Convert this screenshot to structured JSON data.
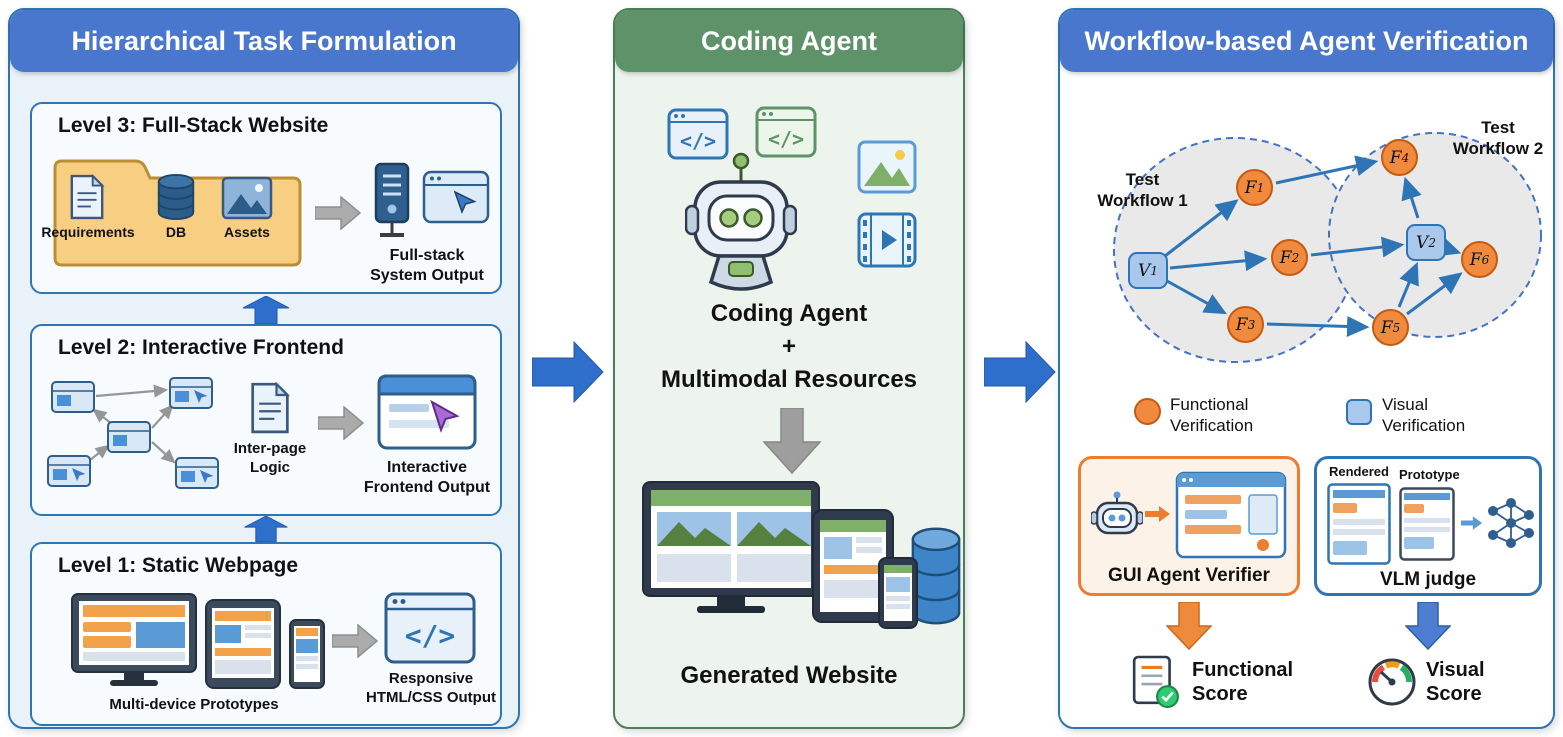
{
  "colors": {
    "blue_header": "#4A77CE",
    "green_header": "#5E9268",
    "panel_border_blue": "#2E75B6",
    "panel_border_green": "#4E7D5B",
    "block_arrow_blue": "#2F6FCC",
    "block_arrow_gray": "#9E9E9E",
    "node_orange": "#F08A3E",
    "node_blue": "#AAC7EC",
    "gui_box_orange": "#ED7D31",
    "folder_tan": "#F8CE83"
  },
  "glyphs": {
    "code": "</>"
  },
  "left": {
    "title": "Hierarchical Task Formulation",
    "level3": {
      "title": "Level 3: Full-Stack Website",
      "items": [
        {
          "label": "Requirements"
        },
        {
          "label": "DB"
        },
        {
          "label": "Assets"
        }
      ],
      "output_label": "Full-stack\nSystem Output"
    },
    "level2": {
      "title": "Level 2: Interactive Frontend",
      "logic_label": "Inter-page\nLogic",
      "output_label": "Interactive\nFrontend Output"
    },
    "level1": {
      "title": "Level 1: Static Webpage",
      "prototypes_label": "Multi-device Prototypes",
      "output_label": "Responsive\nHTML/CSS Output"
    }
  },
  "middle": {
    "title": "Coding Agent",
    "agent_label": "Coding Agent",
    "plus": "+",
    "resources_label": "Multimodal Resources",
    "generated_label": "Generated Website"
  },
  "right": {
    "title": "Workflow-based Agent Verification",
    "workflow1_label": "Test\nWorkflow 1",
    "workflow2_label": "Test\nWorkflow 2",
    "nodes": {
      "v1": {
        "base": "V",
        "sub": "1"
      },
      "v2": {
        "base": "V",
        "sub": "2"
      },
      "f1": {
        "base": "F",
        "sub": "1"
      },
      "f2": {
        "base": "F",
        "sub": "2"
      },
      "f3": {
        "base": "F",
        "sub": "3"
      },
      "f4": {
        "base": "F",
        "sub": "4"
      },
      "f5": {
        "base": "F",
        "sub": "5"
      },
      "f6": {
        "base": "F",
        "sub": "6"
      }
    },
    "legend": {
      "functional": "Functional\nVerification",
      "visual": "Visual\nVerification"
    },
    "gui_box": {
      "label": "GUI Agent Verifier"
    },
    "vlm_box": {
      "label": "VLM judge",
      "rendered": "Rendered",
      "prototype": "Prototype"
    },
    "functional_score": "Functional\nScore",
    "visual_score": "Visual\nScore"
  }
}
